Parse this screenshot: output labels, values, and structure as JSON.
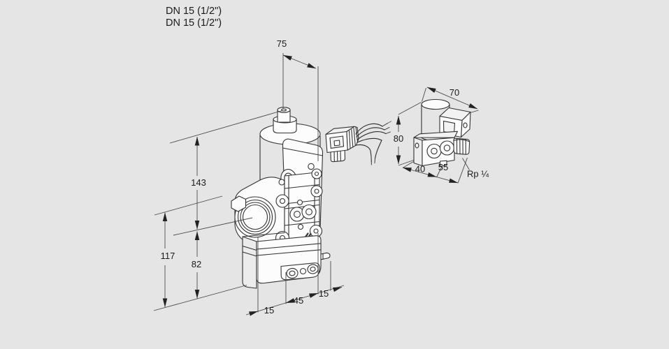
{
  "colors": {
    "background": "#e5e5e5",
    "drawing_line": "#333333",
    "dimension_line": "#4a4a4a",
    "text": "#1a1a1a"
  },
  "header": {
    "line1": "DN 15 (1/2\")",
    "line2": "DN 15 (1/2\")"
  },
  "main_valve": {
    "dims": {
      "width_top": "75",
      "height_total": "143",
      "height_lower": "117",
      "height_body": "82",
      "bottom_left": "15",
      "bottom_middle": "45",
      "bottom_right": "15"
    }
  },
  "compact_valve": {
    "dims": {
      "width": "70",
      "height": "80",
      "depth": "40",
      "length": "55"
    },
    "connection": "Rp ¼"
  }
}
